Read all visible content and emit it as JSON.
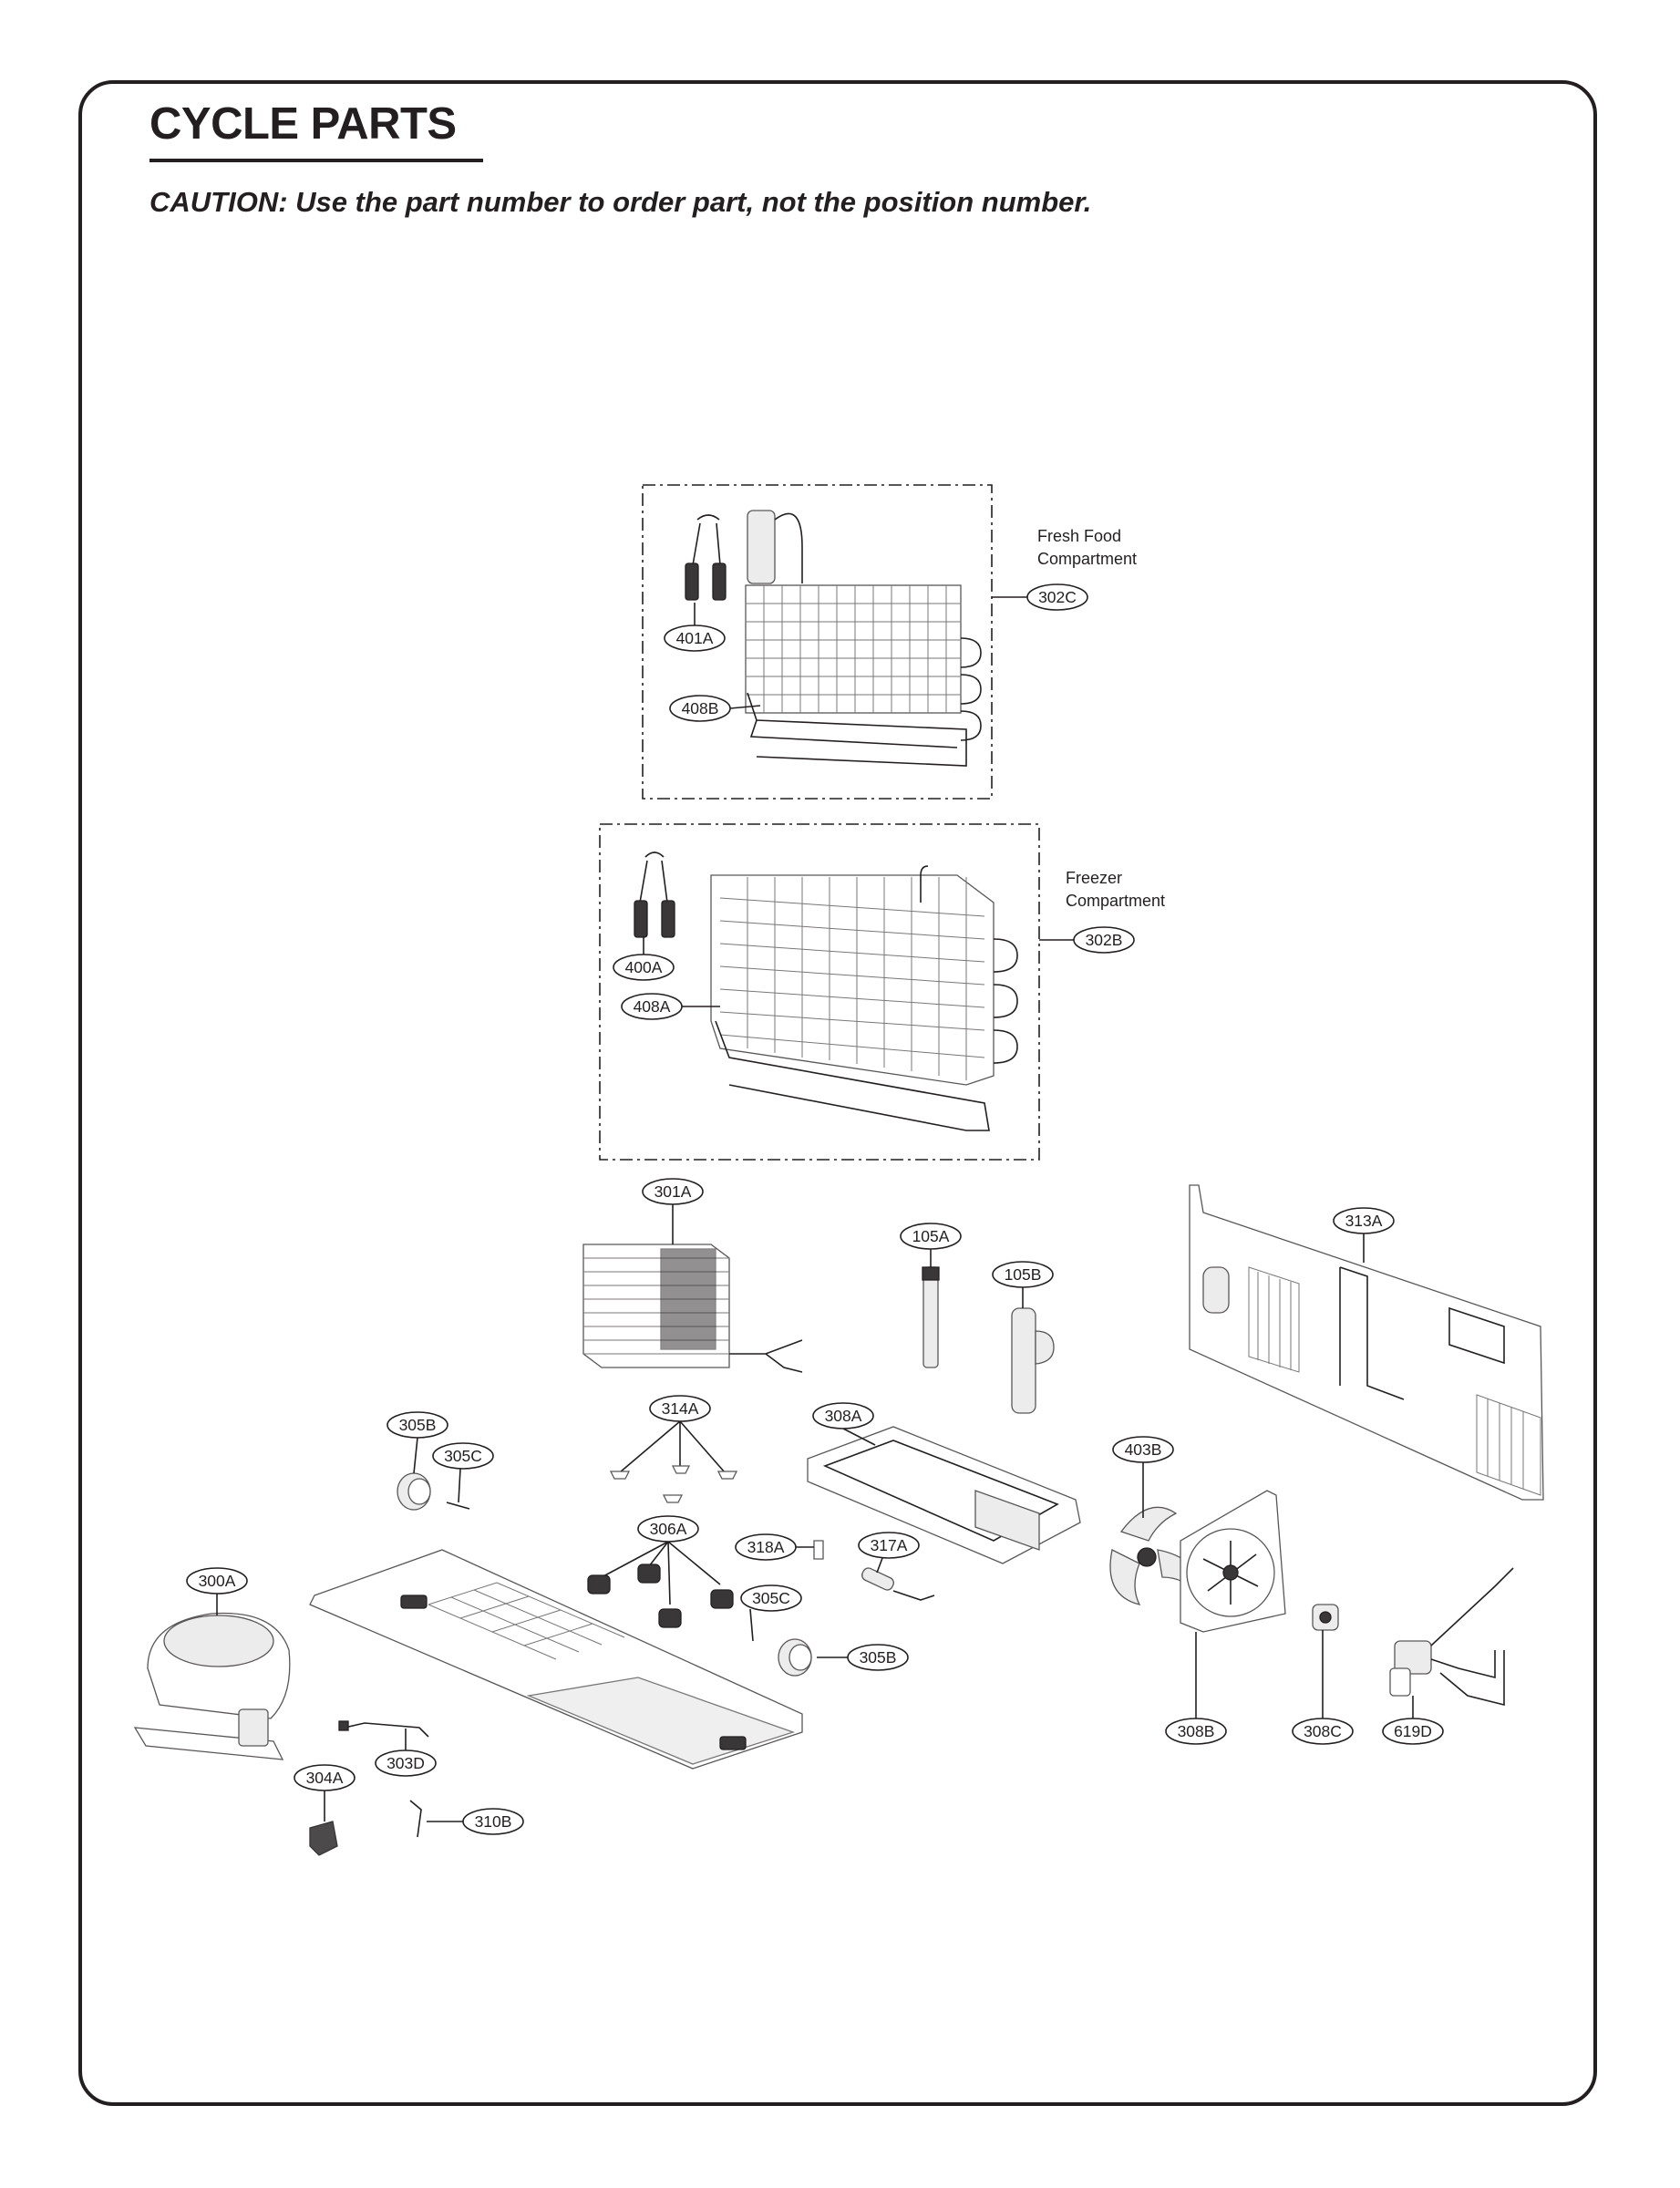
{
  "page": {
    "title": "CYCLE PARTS",
    "caution": "CAUTION: Use the part number to order part, not the position number."
  },
  "groups": {
    "fresh_food": [
      "Fresh Food",
      "Compartment"
    ],
    "freezer": [
      "Freezer",
      "Compartment"
    ]
  },
  "callouts": {
    "302C": "302C",
    "401A": "401A",
    "408B": "408B",
    "302B": "302B",
    "400A": "400A",
    "408A": "408A",
    "301A": "301A",
    "105A": "105A",
    "105B": "105B",
    "313A": "313A",
    "314A": "314A",
    "305B_top": "305B",
    "305C_top": "305C",
    "308A": "308A",
    "403B": "403B",
    "306A": "306A",
    "318A": "318A",
    "317A": "317A",
    "300A": "300A",
    "305C_bot": "305C",
    "305B_bot": "305B",
    "308B": "308B",
    "308C": "308C",
    "619D": "619D",
    "303D": "303D",
    "304A": "304A",
    "310B": "310B"
  }
}
